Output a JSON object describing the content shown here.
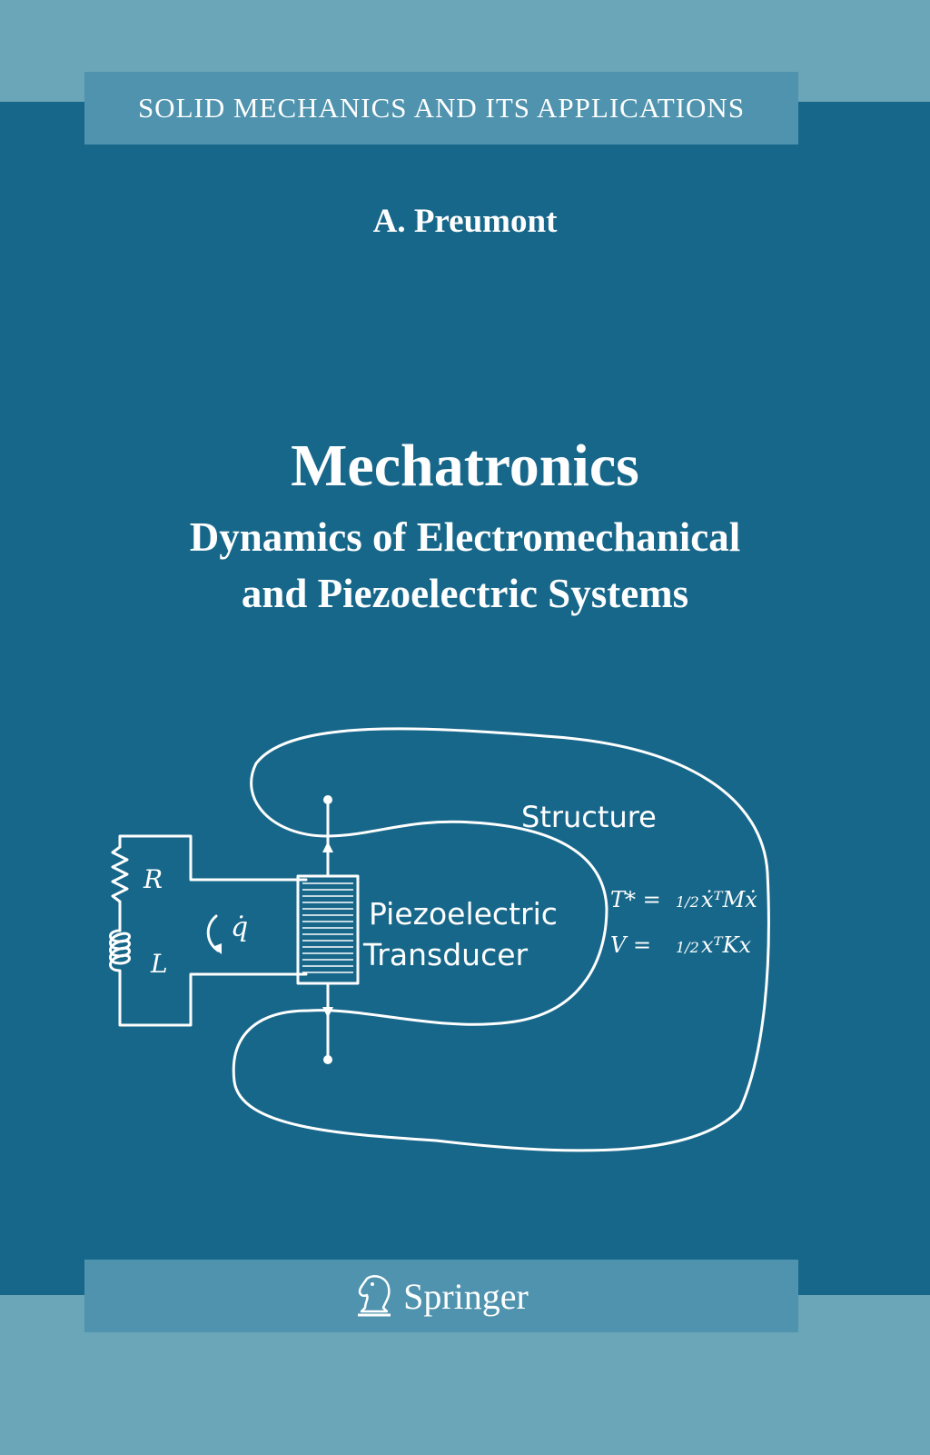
{
  "series": {
    "title": "SOLID MECHANICS AND ITS APPLICATIONS"
  },
  "author": "A. Preumont",
  "book": {
    "title": "Mechatronics",
    "subtitle_line1": "Dynamics of Electromechanical",
    "subtitle_line2": "and Piezoelectric Systems"
  },
  "figure": {
    "structure_label": "Structure",
    "transducer_line1": "Piezoelectric",
    "transducer_line2": "Transducer",
    "resistor_label": "R",
    "inductor_label": "L",
    "charge_rate": "q̇",
    "kinetic_eq": {
      "lhs": "T* =",
      "half": "1/2",
      "rhs": "ẋᵀMẋ"
    },
    "potential_eq": {
      "lhs": "V =",
      "half": "1/2",
      "rhs": "xᵀKx"
    }
  },
  "publisher": {
    "name": "Springer",
    "logo": "knight-chess-piece-logo"
  },
  "colors": {
    "background": "#17678a",
    "band": "#4f93ae",
    "frame": "#6aa6b8",
    "text": "#ffffff"
  }
}
